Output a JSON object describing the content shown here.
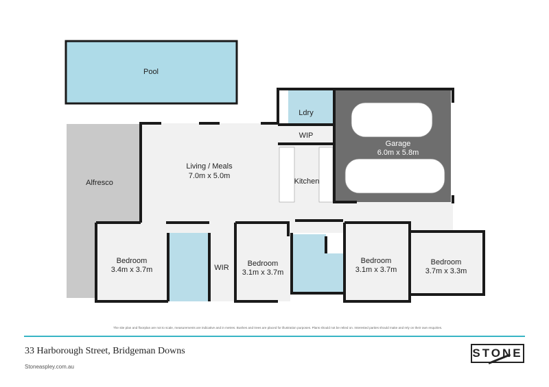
{
  "rooms": {
    "pool": "Pool",
    "alfresco": "Alfresco",
    "living_name": "Living / Meals",
    "living_size": "7.0m x 5.0m",
    "laundry": "Ldry",
    "wip": "WIP",
    "kitchen": "Kitchen",
    "garage_name": "Garage",
    "garage_size": "6.0m x 5.8m",
    "bed1_name": "Bedroom",
    "bed1_size": "3.4m x 3.7m",
    "wir": "WIR",
    "bed2_name": "Bedroom",
    "bed2_size": "3.1m x 3.7m",
    "bed3_name": "Bedroom",
    "bed3_size": "3.1m x 3.7m",
    "bed4_name": "Bedroom",
    "bed4_size": "3.7m x 3.3m"
  },
  "colors": {
    "wall": "#1a1a1a",
    "floor": "#f1f1f1",
    "wet": "#b9dde9",
    "pool": "#aedbe8",
    "garage": "#6e6e6e",
    "alfresco": "#c9c9c9",
    "accent": "#37b4c4"
  },
  "footer": {
    "disclaimer": "The site plan and floorplan are not to scale, measurements are indicative and in metres. Bushes and trees are placed for illustration purposes. Plans should not be relied on. Interested parties should make and rely on their own enquiries.",
    "address": "33 Harborough Street, Bridgeman Downs",
    "website": "Stoneaspley.com.au",
    "logo": "STONE"
  }
}
